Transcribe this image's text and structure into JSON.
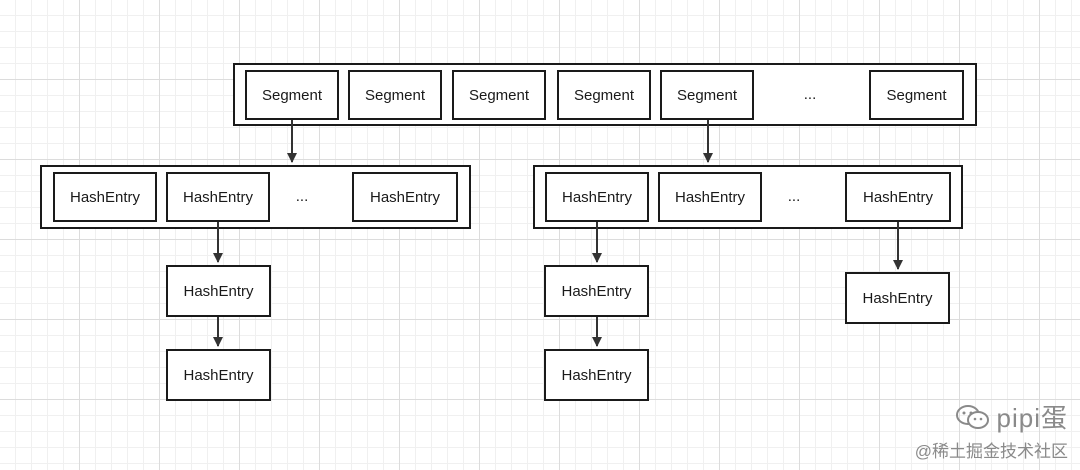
{
  "segments": {
    "labels": [
      "Segment",
      "Segment",
      "Segment",
      "Segment",
      "Segment",
      "Segment"
    ],
    "ellipsis": "..."
  },
  "left_table": {
    "labels": [
      "HashEntry",
      "HashEntry",
      "HashEntry"
    ],
    "ellipsis": "...",
    "chain": [
      "HashEntry",
      "HashEntry"
    ]
  },
  "right_table": {
    "labels": [
      "HashEntry",
      "HashEntry",
      "HashEntry"
    ],
    "ellipsis": "...",
    "chain_first": [
      "HashEntry",
      "HashEntry"
    ],
    "chain_last": [
      "HashEntry"
    ]
  },
  "watermark": {
    "name": "pipi蛋",
    "source": "@稀土掘金技术社区",
    "icon": "wechat-icon"
  },
  "colors": {
    "stroke": "#1a1a1a",
    "grid": "#dcdcdc",
    "watermark": "#8a8a8a"
  }
}
